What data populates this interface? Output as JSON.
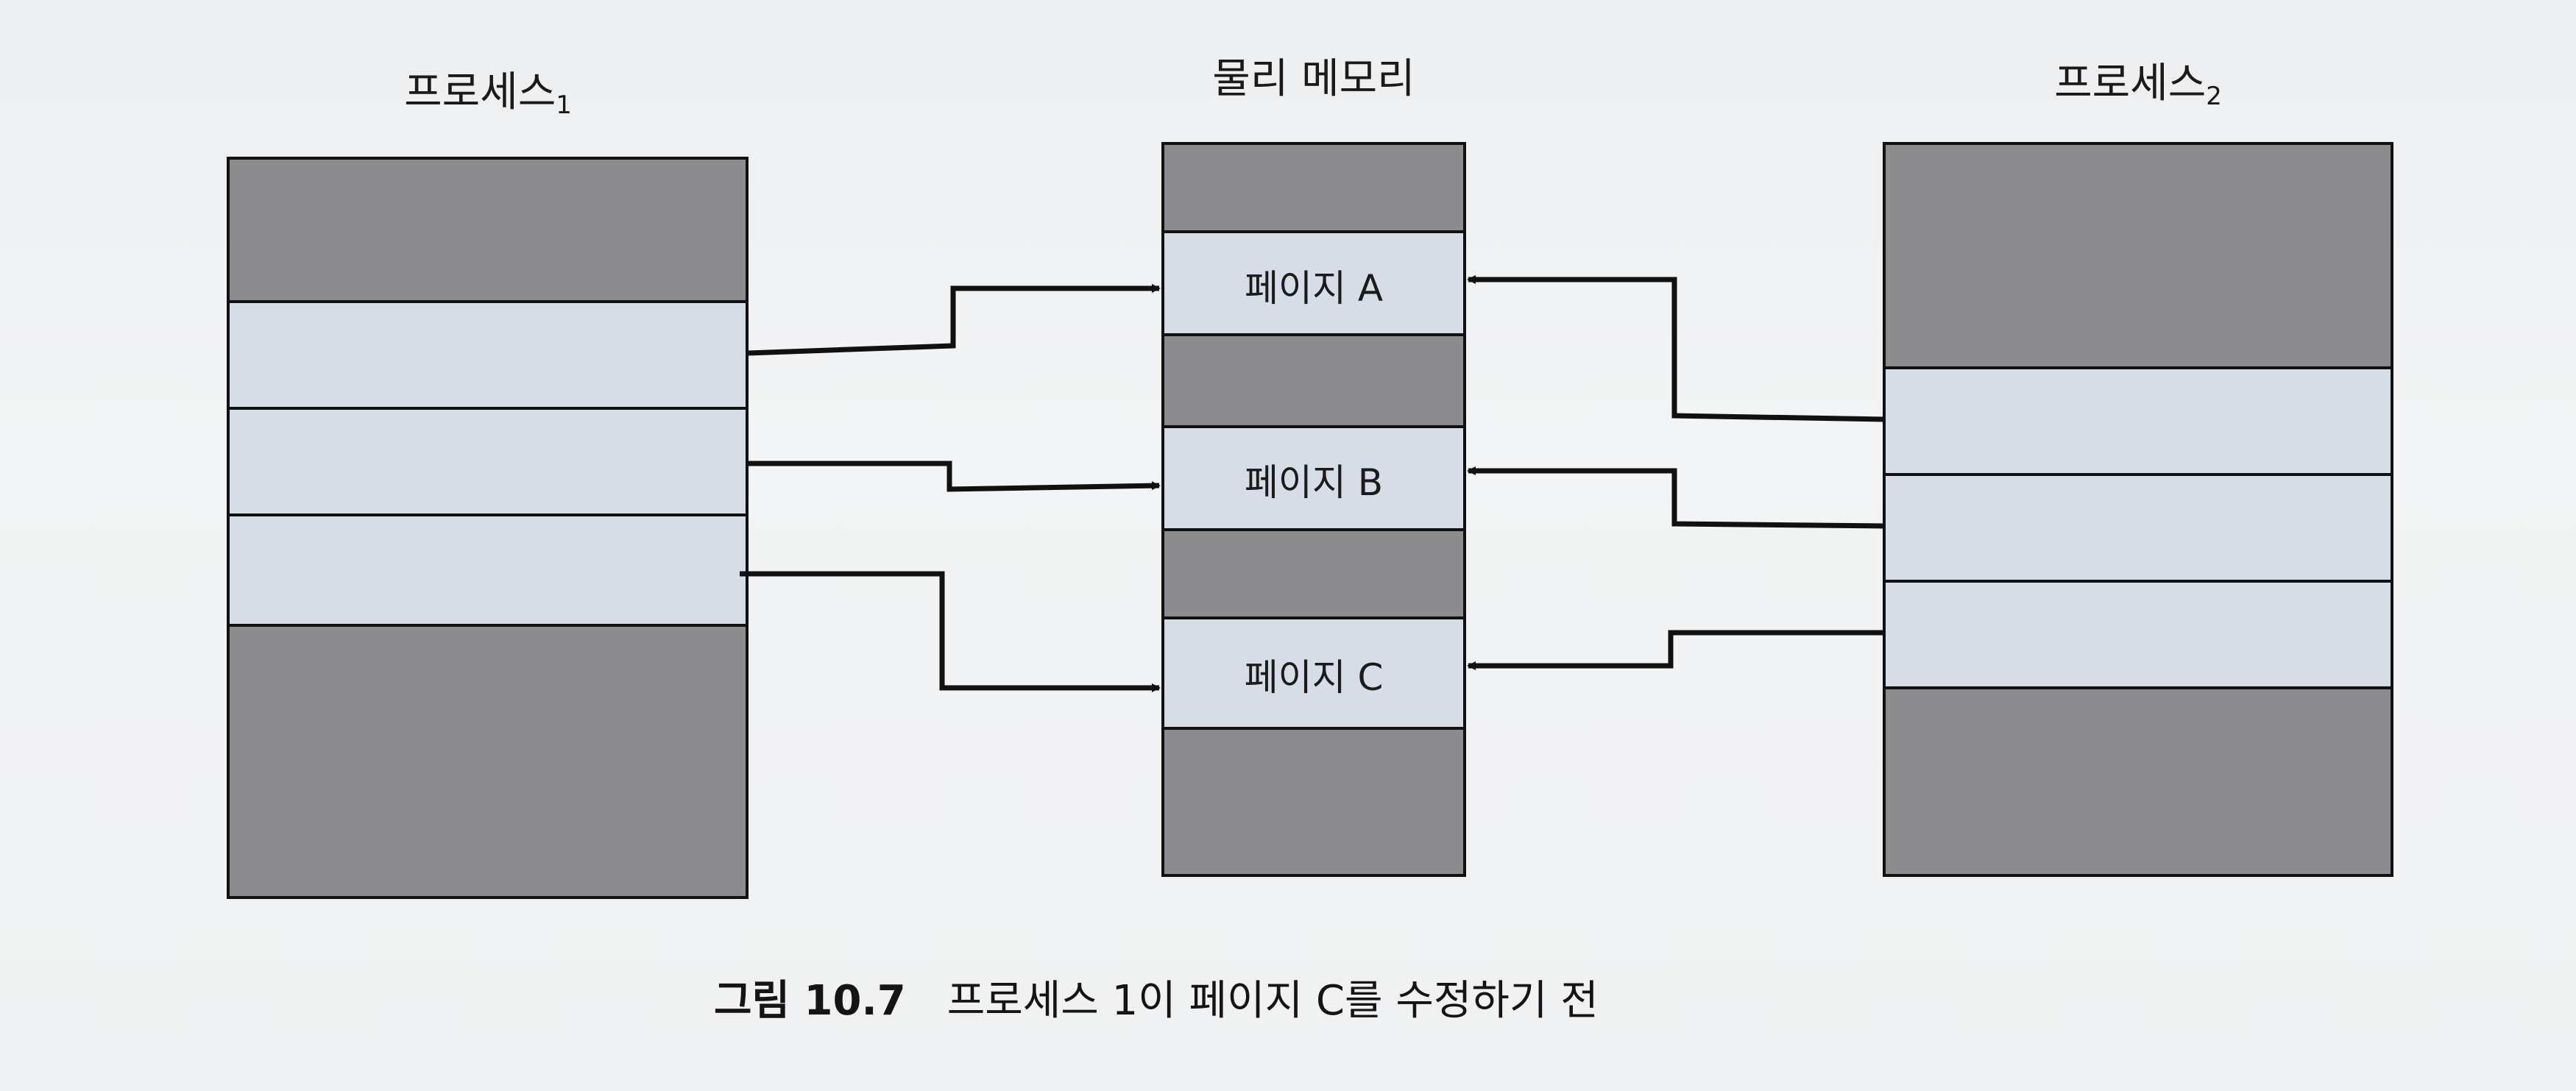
{
  "columns": {
    "process1": {
      "title": "프로세스",
      "subscript": "1"
    },
    "physical_memory": {
      "title": "물리 메모리"
    },
    "process2": {
      "title": "프로세스",
      "subscript": "2"
    }
  },
  "memory_pages": [
    {
      "label": "페이지 A"
    },
    {
      "label": "페이지 B"
    },
    {
      "label": "페이지 C"
    }
  ],
  "caption": {
    "figure_number": "그림 10.7",
    "text": "프로세스 1이 페이지 C를 수정하기 전"
  },
  "colors": {
    "shaded_block": "#8c8c8e",
    "page_block": "#d6dde6",
    "outline": "#111111",
    "arrow": "#111111"
  }
}
